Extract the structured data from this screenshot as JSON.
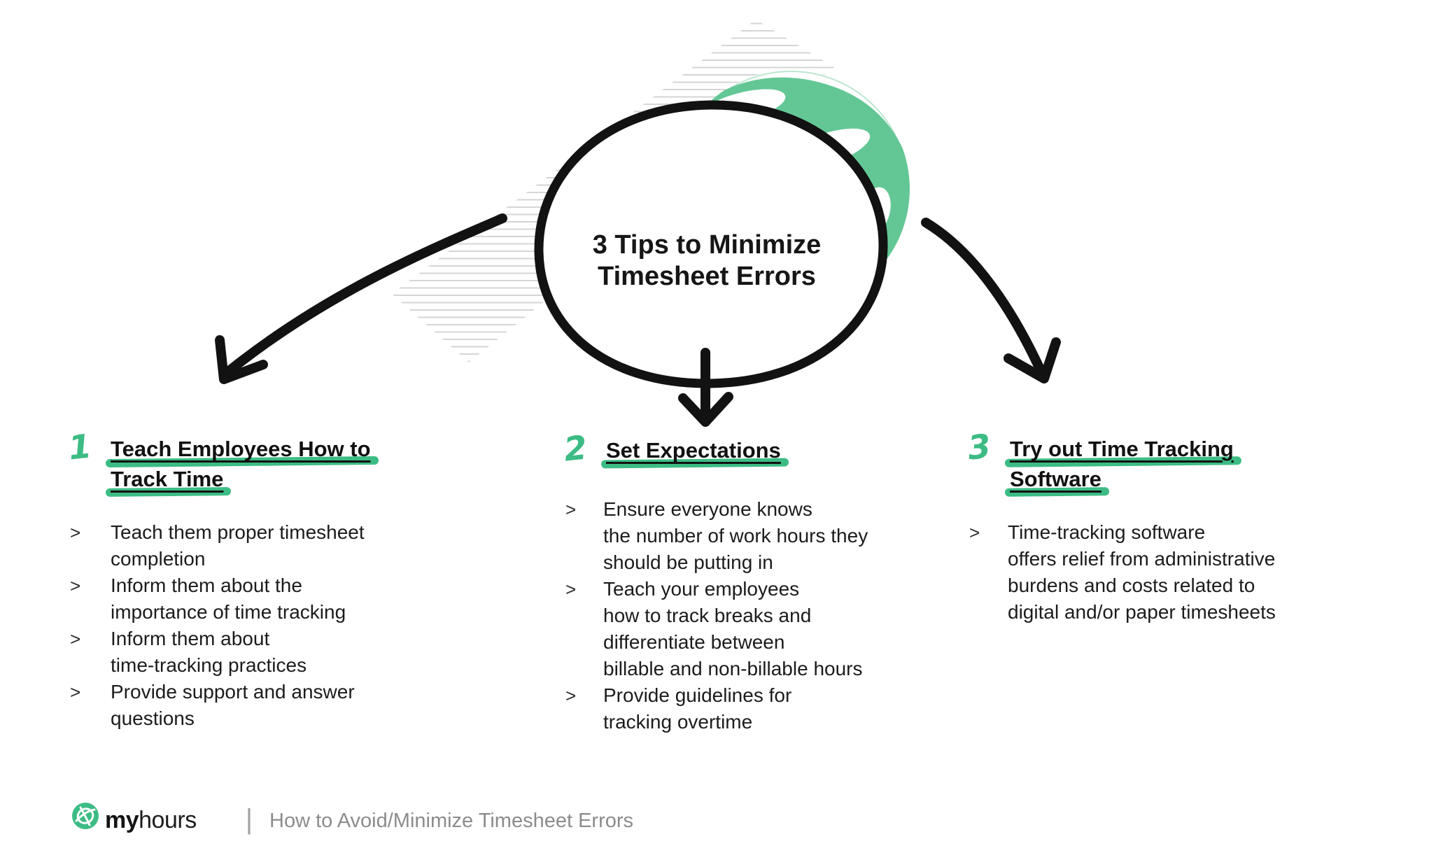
{
  "title": {
    "lines": "3 Tips to Minimize\nTimesheet Errors"
  },
  "columns": [
    {
      "number": "1",
      "heading_lines": [
        "Teach Employees How to",
        "Track Time"
      ],
      "items": [
        "Teach them proper timesheet\ncompletion",
        "Inform them about the\nimportance of time tracking",
        "Inform them about\ntime-tracking practices",
        "Provide support and answer\nquestions"
      ]
    },
    {
      "number": "2",
      "heading_lines": [
        "Set Expectations"
      ],
      "items": [
        "Ensure everyone knows\nthe number of work hours they\nshould be putting in",
        "Teach your employees\nhow to track breaks and\ndifferentiate between\nbillable and non-billable hours",
        "Provide guidelines for\ntracking overtime"
      ]
    },
    {
      "number": "3",
      "heading_lines": [
        "Try out Time Tracking",
        "Software"
      ],
      "items": [
        "Time-tracking software\noffers relief from administrative\nburdens and costs related to\ndigital and/or paper timesheets"
      ]
    }
  ],
  "bullet_char": ">",
  "footer": {
    "brand_bold": "my",
    "brand_light": "hours",
    "separator": "|",
    "caption": "How to Avoid/Minimize Timesheet Errors"
  },
  "icons": {
    "logo": "myhours-globe-icon",
    "arrows": [
      "arrow-to-tip-1",
      "arrow-to-tip-2",
      "arrow-to-tip-3"
    ]
  },
  "colors": {
    "accent_green": "#3cbc84",
    "globe_green": "#63c795",
    "ink": "#151515",
    "body_text": "#1c1c1c",
    "caption_gray": "#8c8c8c",
    "hatch_gray": "#d5d5d5"
  }
}
